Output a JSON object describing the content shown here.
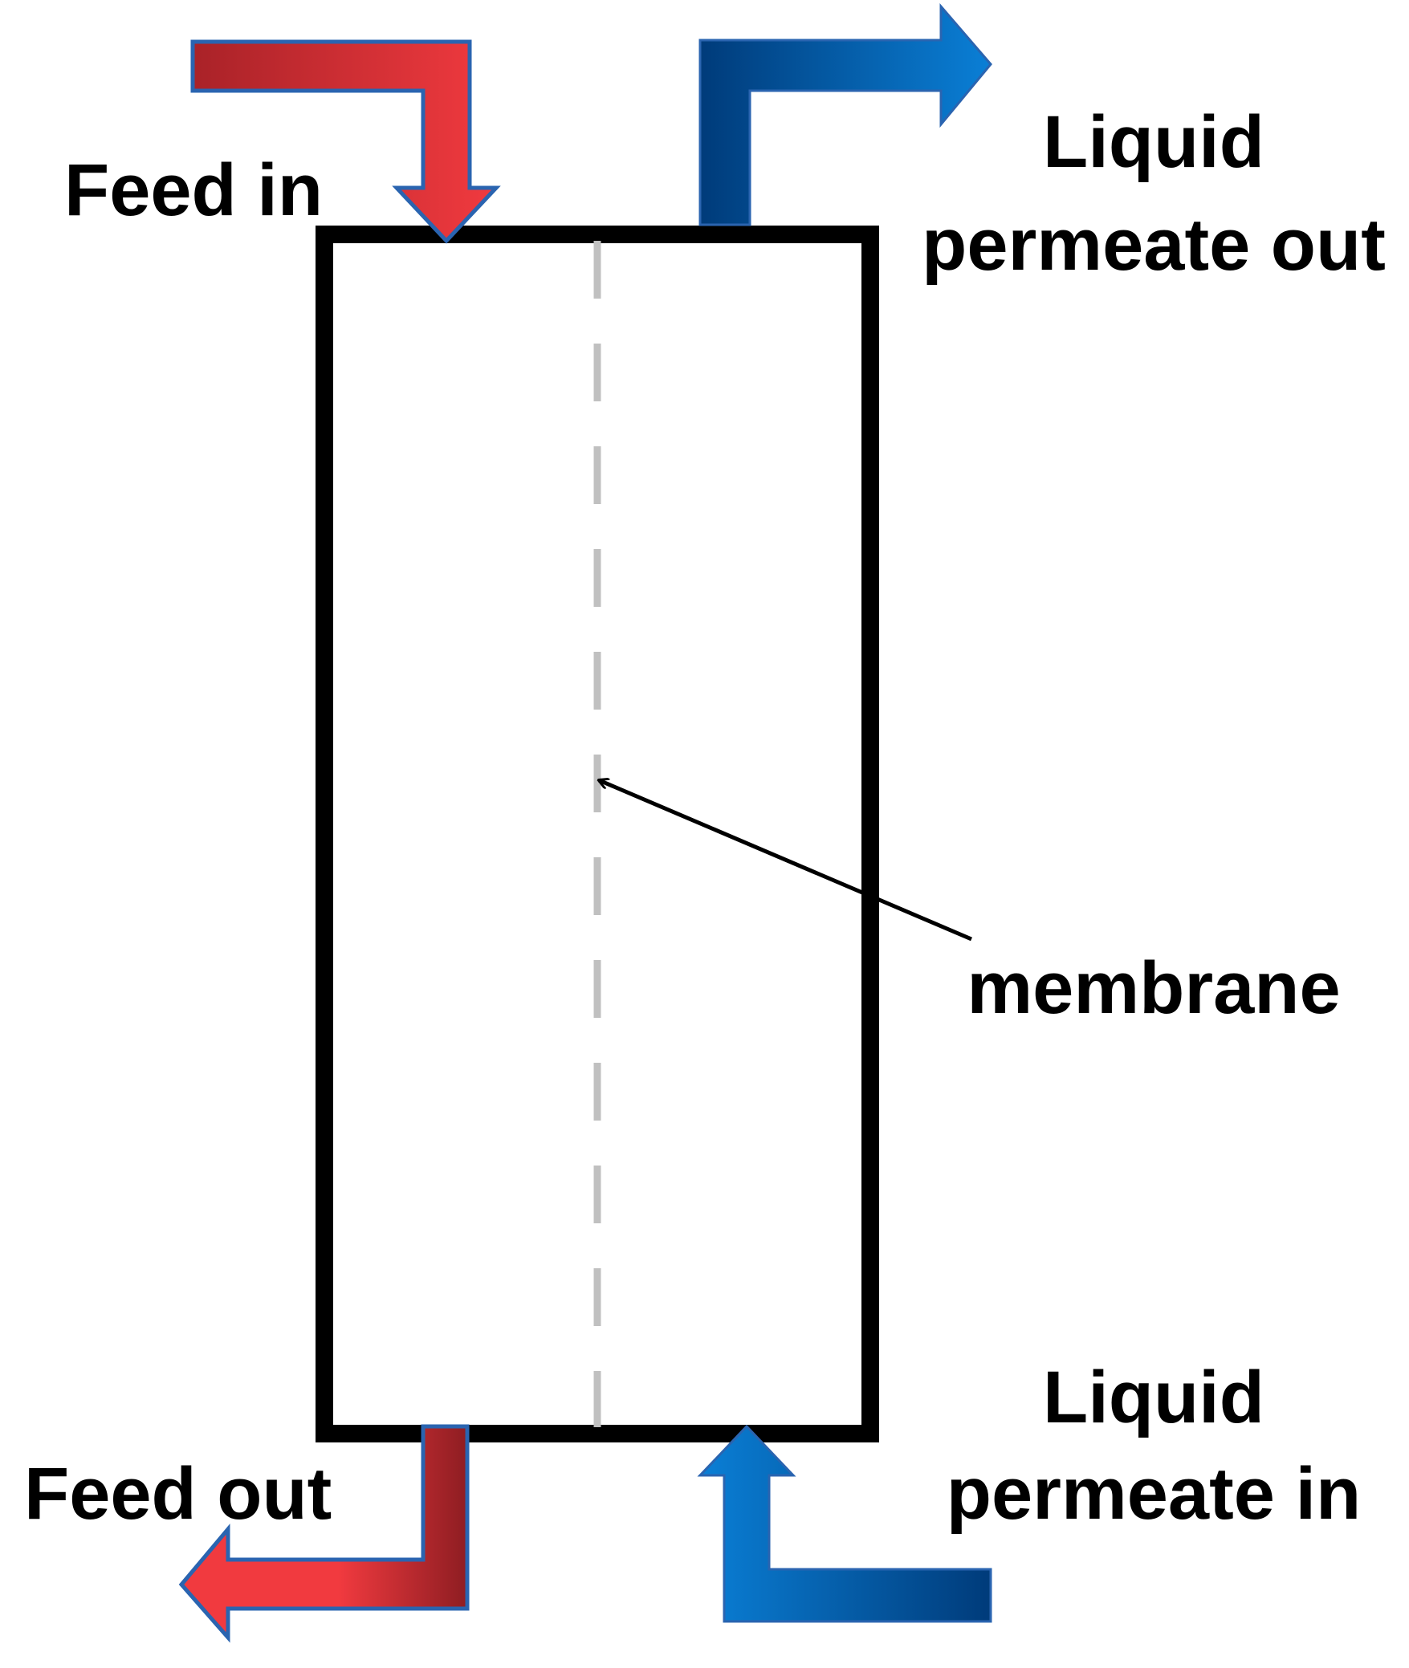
{
  "labels": {
    "feed_in": "Feed in",
    "feed_out": "Feed out",
    "permeate_out_line1": "Liquid",
    "permeate_out_line2": "permeate out",
    "permeate_in_line1": "Liquid",
    "permeate_in_line2": "permeate in",
    "membrane": "membrane"
  },
  "colors": {
    "feed_arrow": "#f13a3f",
    "feed_arrow_dark": "#a92228",
    "permeate_arrow": "#0070c0",
    "permeate_arrow_dark": "#003b7a",
    "module_outline": "#000000",
    "membrane_line": "#c0c0c0"
  }
}
